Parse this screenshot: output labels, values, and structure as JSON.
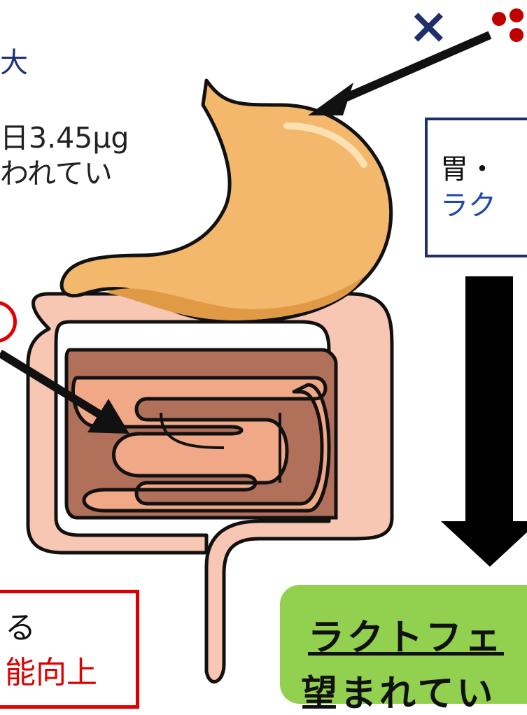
{
  "labels": {
    "dai": "大",
    "dose_line1": "日3.45μg",
    "dose_line2": "われてい",
    "red_box_line1": "る",
    "red_box_line2": "能向上",
    "blue_box_line1": "胃・",
    "blue_box_line2": "ラク",
    "green_box_line1": "ラクトフェ",
    "green_box_line2": "望まれてい",
    "cross": "×"
  },
  "colors": {
    "navy": "#1f2f6a",
    "red": "#e00000",
    "green": "#92d050",
    "stomach": "#f3b86b",
    "intestine": "#f7c7b4",
    "small_intestine": "#f0a886"
  }
}
